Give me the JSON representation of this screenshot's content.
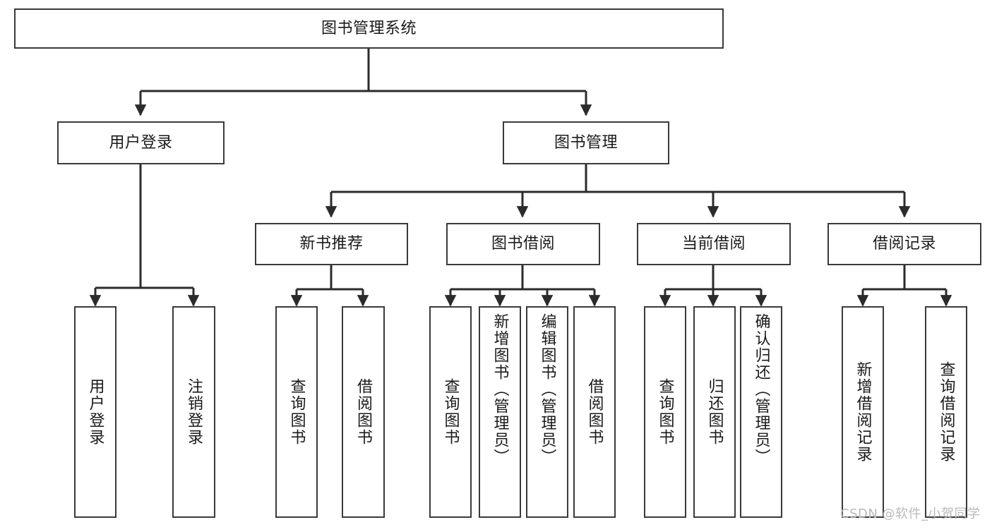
{
  "diagram": {
    "title": "图书管理系统",
    "type": "tree-hierarchy-chart",
    "root": {
      "id": "root",
      "label": "图书管理系统"
    },
    "level2": [
      {
        "id": "user-login",
        "label": "用户登录"
      },
      {
        "id": "book-manage",
        "label": "图书管理"
      }
    ],
    "level3": [
      {
        "id": "new-book-recommend",
        "label": "新书推荐",
        "parent": "book-manage"
      },
      {
        "id": "book-borrow",
        "label": "图书借阅",
        "parent": "book-manage"
      },
      {
        "id": "current-borrow",
        "label": "当前借阅",
        "parent": "book-manage"
      },
      {
        "id": "borrow-record",
        "label": "借阅记录",
        "parent": "book-manage"
      }
    ],
    "leaves": [
      {
        "id": "leaf-user-login",
        "label": "用户登录",
        "parent": "user-login"
      },
      {
        "id": "leaf-logout-login",
        "label": "注销登录",
        "parent": "user-login"
      },
      {
        "id": "leaf-query-book-1",
        "label": "查询图书",
        "parent": "new-book-recommend"
      },
      {
        "id": "leaf-borrow-book-1",
        "label": "借阅图书",
        "parent": "new-book-recommend"
      },
      {
        "id": "leaf-query-book-2",
        "label": "查询图书",
        "parent": "book-borrow"
      },
      {
        "id": "leaf-add-book",
        "label": "新增图书（管理员）",
        "parent": "book-borrow"
      },
      {
        "id": "leaf-edit-book",
        "label": "编辑图书（管理员）",
        "parent": "book-borrow"
      },
      {
        "id": "leaf-borrow-book-2",
        "label": "借阅图书",
        "parent": "book-borrow"
      },
      {
        "id": "leaf-query-book-3",
        "label": "查询图书",
        "parent": "current-borrow"
      },
      {
        "id": "leaf-return-book",
        "label": "归还图书",
        "parent": "current-borrow"
      },
      {
        "id": "leaf-confirm-return",
        "label": "确认归还（管理员）",
        "parent": "current-borrow"
      },
      {
        "id": "leaf-add-record",
        "label": "新增借阅记录",
        "parent": "borrow-record"
      },
      {
        "id": "leaf-query-record",
        "label": "查询借阅记录",
        "parent": "borrow-record"
      }
    ],
    "watermark": "CSDN @软件_小贺同学",
    "colors": {
      "stroke": "#3a3a3a",
      "background": "#ffffff",
      "text": "#1a1a1a",
      "watermark": "#b9b9b9"
    }
  }
}
